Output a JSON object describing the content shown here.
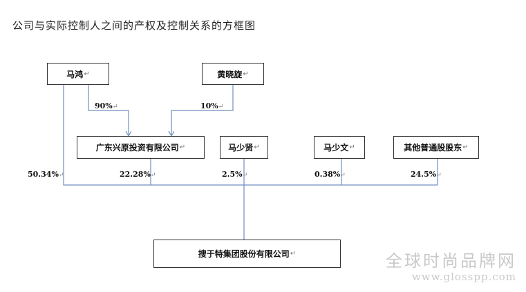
{
  "title": "公司与实际控制人之间的产权及控制关系的方框图",
  "para_mark": "↵",
  "nodes": {
    "ma_hong": "马鸿",
    "huang_xiaoxuan": "黄晓旋",
    "guangdong_xingyuan": "广东兴原投资有限公司",
    "ma_shaoxian": "马少贤",
    "ma_shaowen": "马少文",
    "other_shareholders": "其他普通股股东",
    "soyute": "搜于特集团股份有限公司"
  },
  "percentages": {
    "ma_hong_to_guangdong": "90%",
    "huang_to_guangdong": "10%",
    "ma_hong_to_soyute": "50.34%",
    "guangdong_to_soyute": "22.28%",
    "ma_shaoxian_to_soyute": "2.5%",
    "ma_shaowen_to_soyute": "0.38%",
    "others_to_soyute": "24.5%"
  },
  "watermark": {
    "line1": "全球时尚品牌网",
    "line2": "www.glosspp.com"
  },
  "colors": {
    "connector": "#6f8fbf",
    "border": "#333333",
    "watermark": "#c9c9c9"
  }
}
